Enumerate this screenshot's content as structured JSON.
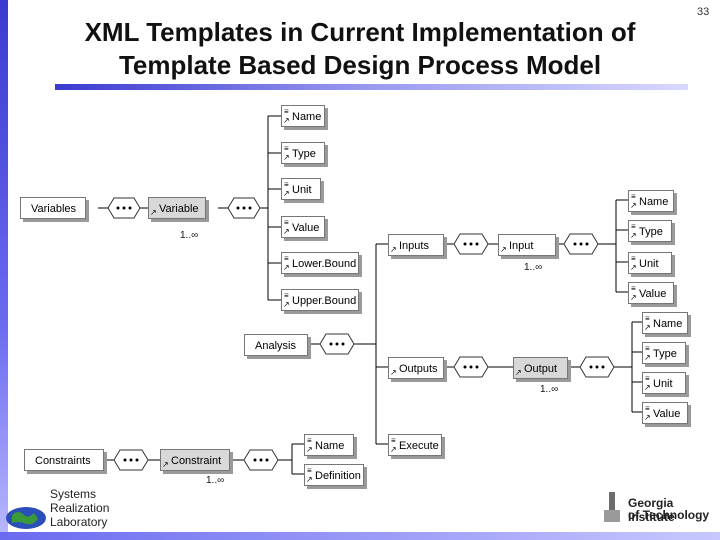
{
  "slide": {
    "title_line1": "XML Templates in Current Implementation of",
    "title_line2": "Template Based Design Process Model",
    "page_number": "33"
  },
  "diagram": {
    "variables": "Variables",
    "variable": "Variable",
    "variable_card": "1..∞",
    "var_children": [
      "Name",
      "Type",
      "Unit",
      "Value",
      "Lower.Bound",
      "Upper.Bound"
    ],
    "analysis": "Analysis",
    "inputs": "Inputs",
    "input": "Input",
    "input_card": "1..∞",
    "input_children": [
      "Name",
      "Type",
      "Unit",
      "Value"
    ],
    "outputs": "Outputs",
    "output": "Output",
    "output_card": "1..∞",
    "output_children": [
      "Name",
      "Type",
      "Unit",
      "Value"
    ],
    "execute": "Execute",
    "constraints": "Constraints",
    "constraint": "Constraint",
    "constraint_card": "1..∞",
    "constraint_children": [
      "Name",
      "Definition"
    ]
  },
  "footer": {
    "lab_line1": "Systems",
    "lab_line2": "Realization",
    "lab_line3": "Laboratory",
    "gt_line1": "Georgia Institute",
    "gt_line2": "of Technology"
  }
}
